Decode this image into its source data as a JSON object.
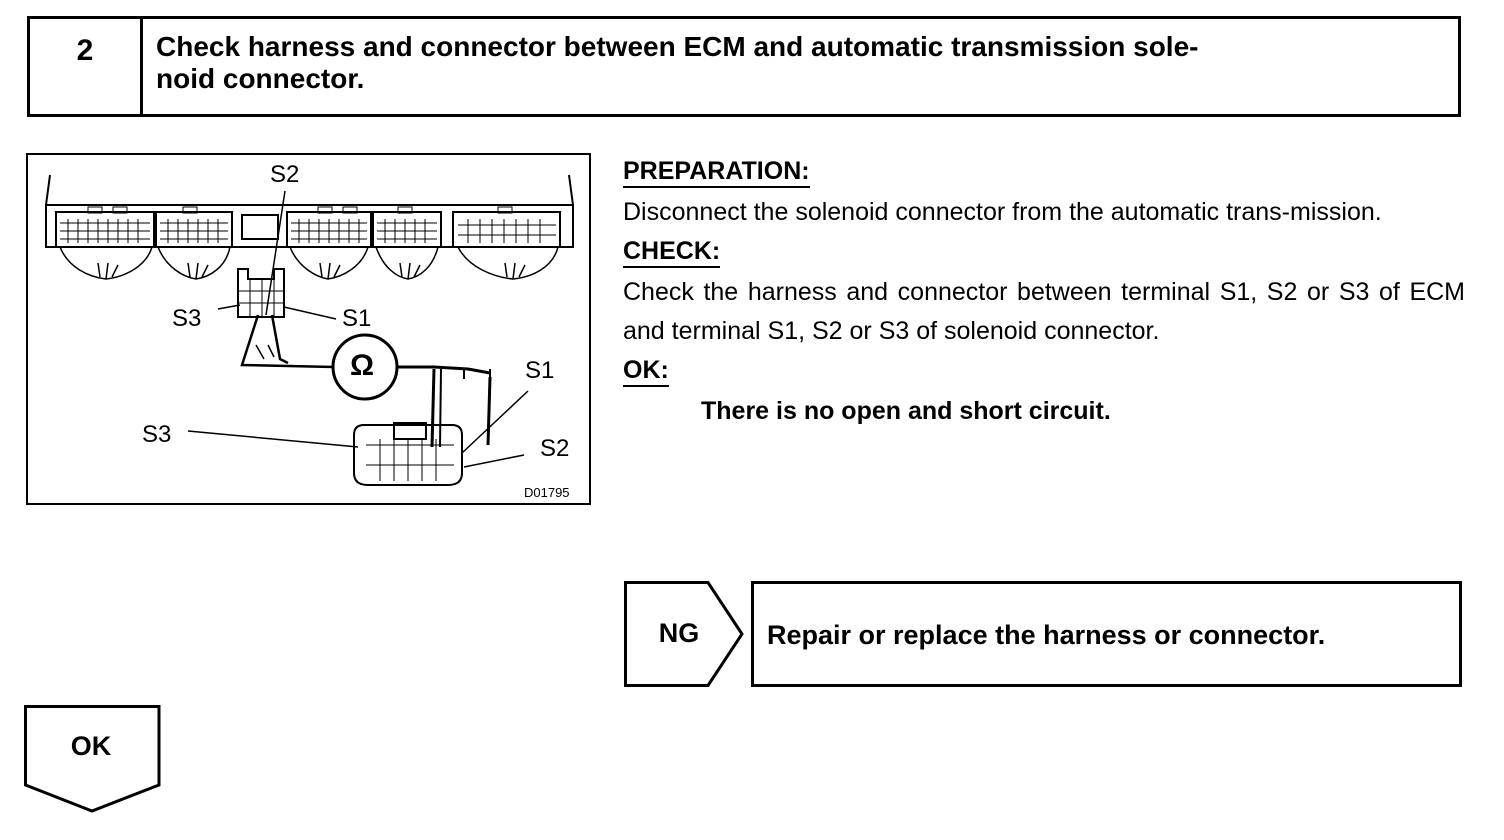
{
  "step": {
    "number": "2",
    "title_line1": "Check harness and connector between ECM and automatic transmission sole-",
    "title_line2": "noid connector."
  },
  "diagram": {
    "labels": {
      "ecm_s2": "S2",
      "ecm_s3": "S3",
      "ecm_s1": "S1",
      "sol_s1": "S1",
      "sol_s3": "S3",
      "sol_s2": "S2",
      "ohm": "Ω"
    },
    "code": "D01795"
  },
  "preparation": {
    "heading": "PREPARATION:",
    "text": "Disconnect the solenoid connector from the automatic trans-mission."
  },
  "check": {
    "heading": "CHECK:",
    "text": "Check the harness and connector between terminal S1, S2 or S3 of ECM and terminal S1, S2 or S3 of solenoid connector."
  },
  "ok": {
    "heading": "OK:",
    "text": "There is no open and short circuit."
  },
  "ng_branch": {
    "label": "NG",
    "action": "Repair or replace the harness or connector."
  },
  "ok_branch": {
    "label": "OK"
  }
}
